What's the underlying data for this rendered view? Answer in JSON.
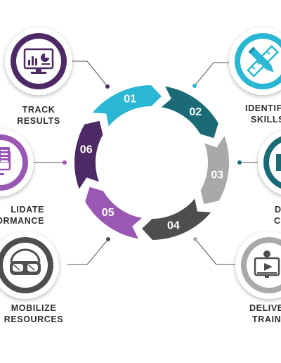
{
  "colors": {
    "track": "#4d2a65",
    "identify": "#29b7d3",
    "design": "#1b6b76",
    "deliver": "#a9a9a9",
    "mobilize": "#4e4e4e",
    "validate": "#9a57b4",
    "connector": "#555555"
  },
  "cycle": {
    "segments": [
      {
        "key": "identify",
        "number": "01"
      },
      {
        "key": "design",
        "number": "02"
      },
      {
        "key": "deliver",
        "number": "03"
      },
      {
        "key": "mobilize",
        "number": "04"
      },
      {
        "key": "validate",
        "number": "05"
      },
      {
        "key": "track",
        "number": "06"
      }
    ]
  },
  "steps": {
    "track": {
      "label_lines": [
        "TRACK",
        "RESULTS"
      ],
      "icon": "monitor-chart-icon"
    },
    "identify": {
      "label_lines": [
        "IDENTIF",
        "SKILLS"
      ],
      "icon": "ruler-pencil-icon"
    },
    "design": {
      "label_lines": [
        "D",
        "CO"
      ],
      "icon": "design-icon"
    },
    "deliver": {
      "label_lines": [
        "DELIVE",
        "TRAINI"
      ],
      "icon": "video-player-icon"
    },
    "mobilize": {
      "label_lines": [
        "MOBILIZE",
        "RESOURCES"
      ],
      "icon": "vr-headset-icon"
    },
    "validate": {
      "label_lines": [
        "LIDATE",
        "ORMANCE"
      ],
      "icon": "checklist-monitor-icon"
    }
  }
}
